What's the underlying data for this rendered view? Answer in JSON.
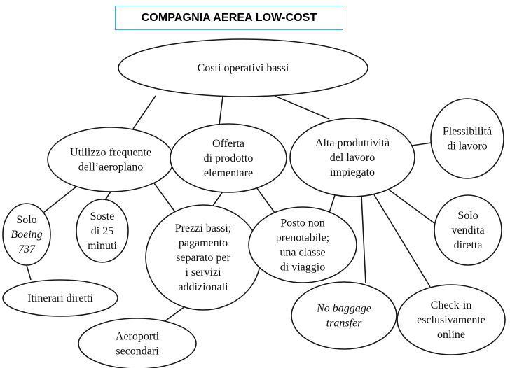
{
  "title": "COMPAGNIA AEREA LOW-COST",
  "nodes": [
    {
      "id": "costi",
      "lines": [
        {
          "t": "Costi operativi bassi"
        }
      ]
    },
    {
      "id": "utilizzo",
      "lines": [
        {
          "t": "Utilizzo frequente"
        },
        {
          "t": "dell’aeroplano"
        }
      ]
    },
    {
      "id": "offerta",
      "lines": [
        {
          "t": "Offerta"
        },
        {
          "t": "di prodotto"
        },
        {
          "t": "elementare"
        }
      ]
    },
    {
      "id": "alta",
      "lines": [
        {
          "t": "Alta produttività"
        },
        {
          "t": "del lavoro"
        },
        {
          "t": "impiegato"
        }
      ]
    },
    {
      "id": "flessibilita",
      "lines": [
        {
          "t": "Flessibilità"
        },
        {
          "t": "di lavoro"
        }
      ]
    },
    {
      "id": "solo-boeing",
      "lines": [
        {
          "t": "Solo"
        },
        {
          "t": "Boeing",
          "italic": true
        },
        {
          "t": "737",
          "italic": true
        }
      ]
    },
    {
      "id": "soste",
      "lines": [
        {
          "t": "Soste"
        },
        {
          "t": "di 25"
        },
        {
          "t": "minuti"
        }
      ]
    },
    {
      "id": "prezzi",
      "lines": [
        {
          "t": "Prezzi bassi;"
        },
        {
          "t": "pagamento"
        },
        {
          "t": "separato per"
        },
        {
          "t": "i servizi"
        },
        {
          "t": "addizionali"
        }
      ]
    },
    {
      "id": "posto",
      "lines": [
        {
          "t": "Posto non"
        },
        {
          "t": "prenotabile;"
        },
        {
          "t": "una classe"
        },
        {
          "t": "di viaggio"
        }
      ]
    },
    {
      "id": "solo-vendita",
      "lines": [
        {
          "t": "Solo"
        },
        {
          "t": "vendita"
        },
        {
          "t": "diretta"
        }
      ]
    },
    {
      "id": "itinerari",
      "lines": [
        {
          "t": "Itinerari diretti"
        }
      ]
    },
    {
      "id": "no-baggage",
      "lines": [
        {
          "t": "No baggage",
          "italic": true
        },
        {
          "t": "transfer",
          "italic": true
        }
      ]
    },
    {
      "id": "checkin",
      "lines": [
        {
          "t": "Check-in"
        },
        {
          "t": "esclusivamente"
        },
        {
          "t": "online"
        }
      ]
    },
    {
      "id": "aeroporti",
      "lines": [
        {
          "t": "Aeroporti"
        },
        {
          "t": "secondari"
        }
      ]
    }
  ],
  "edges": [
    [
      "costi",
      "utilizzo"
    ],
    [
      "costi",
      "offerta"
    ],
    [
      "costi",
      "alta"
    ],
    [
      "alta",
      "flessibilita"
    ],
    [
      "alta",
      "solo-vendita"
    ],
    [
      "alta",
      "checkin"
    ],
    [
      "alta",
      "no-baggage"
    ],
    [
      "alta",
      "posto"
    ],
    [
      "utilizzo",
      "solo-boeing"
    ],
    [
      "utilizzo",
      "soste"
    ],
    [
      "utilizzo",
      "prezzi"
    ],
    [
      "offerta",
      "prezzi"
    ],
    [
      "offerta",
      "posto"
    ],
    [
      "solo-boeing",
      "itinerari"
    ],
    [
      "prezzi",
      "aeroporti"
    ]
  ]
}
